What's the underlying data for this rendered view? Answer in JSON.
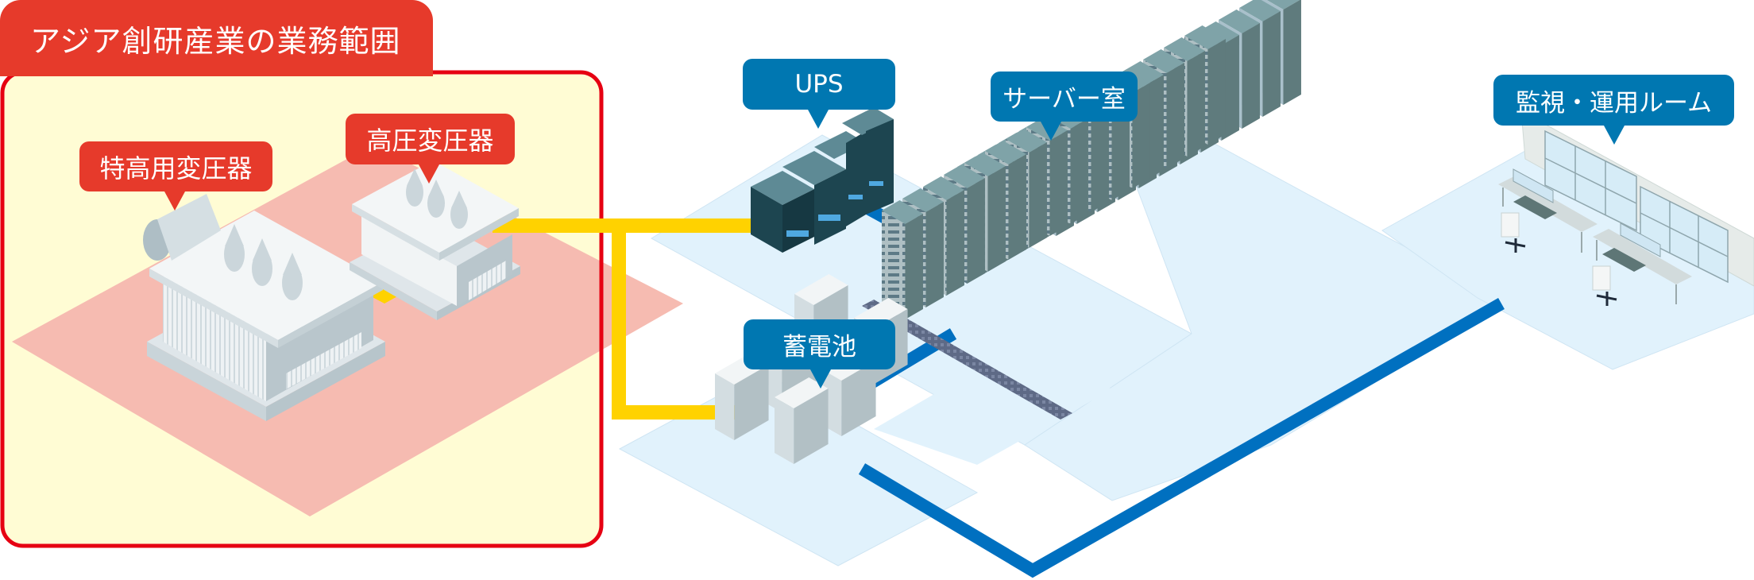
{
  "scope": {
    "title": "アジア創研産業の業務範囲",
    "colors": {
      "tab": "#e63a2b",
      "border": "#e60012",
      "fill": "#fffcd4",
      "zone": "#f6bbb1"
    }
  },
  "labels": {
    "extra_high_transformer": "特高用変圧器",
    "high_voltage_transformer": "高圧変圧器",
    "ups": "UPS",
    "server_room": "サーバー室",
    "battery": "蓄電池",
    "monitoring_room": "監視・運用ルーム"
  },
  "colors": {
    "label_red": "#e63a2b",
    "label_blue": "#0077b1",
    "power_cable": "#ffd200",
    "data_cable": "#0070c0",
    "floor": "#e1f2fc",
    "ups_rack": "#1d4550",
    "server_rack": "#7fa3a8"
  }
}
